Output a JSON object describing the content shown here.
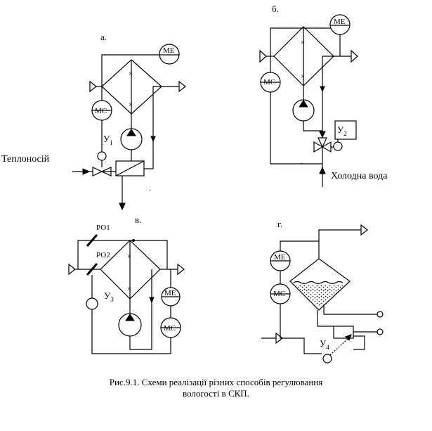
{
  "panels": {
    "a": {
      "label": "а.",
      "meter_top": "МЕ",
      "meter_side": "МС",
      "controller": "У",
      "controller_sub": "1",
      "inlet_label": "Теплоносій"
    },
    "b": {
      "label": "б.",
      "meter_top": "МЕ",
      "meter_side": "МС",
      "controller": "У",
      "controller_sub": "2",
      "inlet_label": "Холодна вода"
    },
    "v": {
      "label": "в.",
      "damper1": "РО1",
      "damper2": "РО2",
      "controller": "У",
      "controller_sub": "3",
      "meter_top": "МЕ",
      "meter_side": "МС"
    },
    "g": {
      "label": "г.",
      "meter_top": "МЕ",
      "meter_side": "МС",
      "controller": "У",
      "controller_sub": "4"
    }
  },
  "caption": {
    "line1": "Рис.9.1. Схеми реалізації різних способів регулювання",
    "line2": "вологості в СКП."
  }
}
